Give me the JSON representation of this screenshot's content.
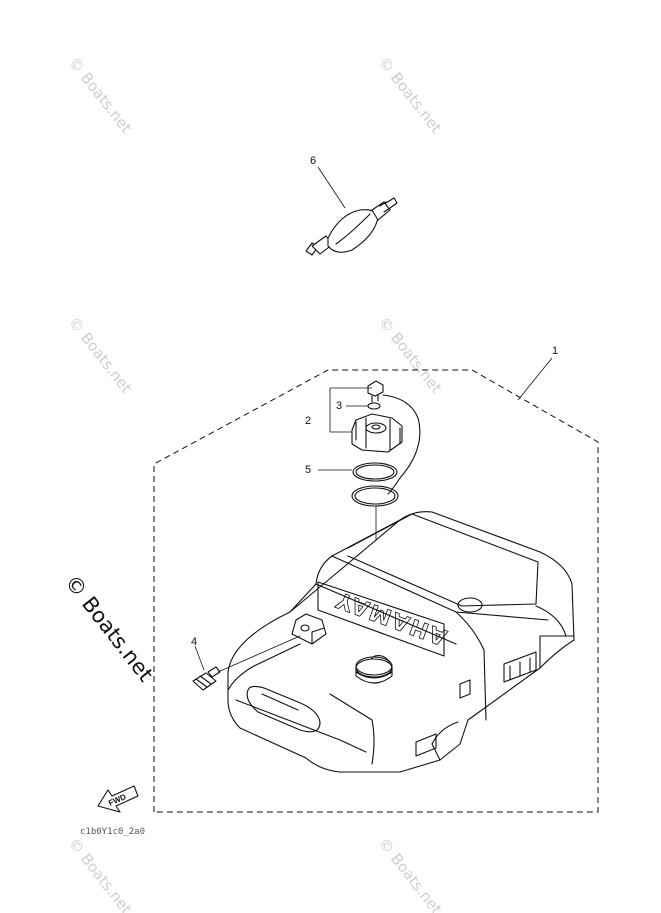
{
  "callouts": [
    {
      "id": "callout-1",
      "number": "1"
    },
    {
      "id": "callout-2",
      "number": "2"
    },
    {
      "id": "callout-3",
      "number": "3"
    },
    {
      "id": "callout-4",
      "number": "4"
    },
    {
      "id": "callout-5",
      "number": "5"
    },
    {
      "id": "callout-6",
      "number": "6"
    }
  ],
  "watermark": {
    "text": "© Boats.net",
    "main_text": "© Boats.net"
  },
  "fwd_label": "FWD",
  "tank_branding": "YAMAHA",
  "drawing_code": "c1b0Y1c0_2a0"
}
